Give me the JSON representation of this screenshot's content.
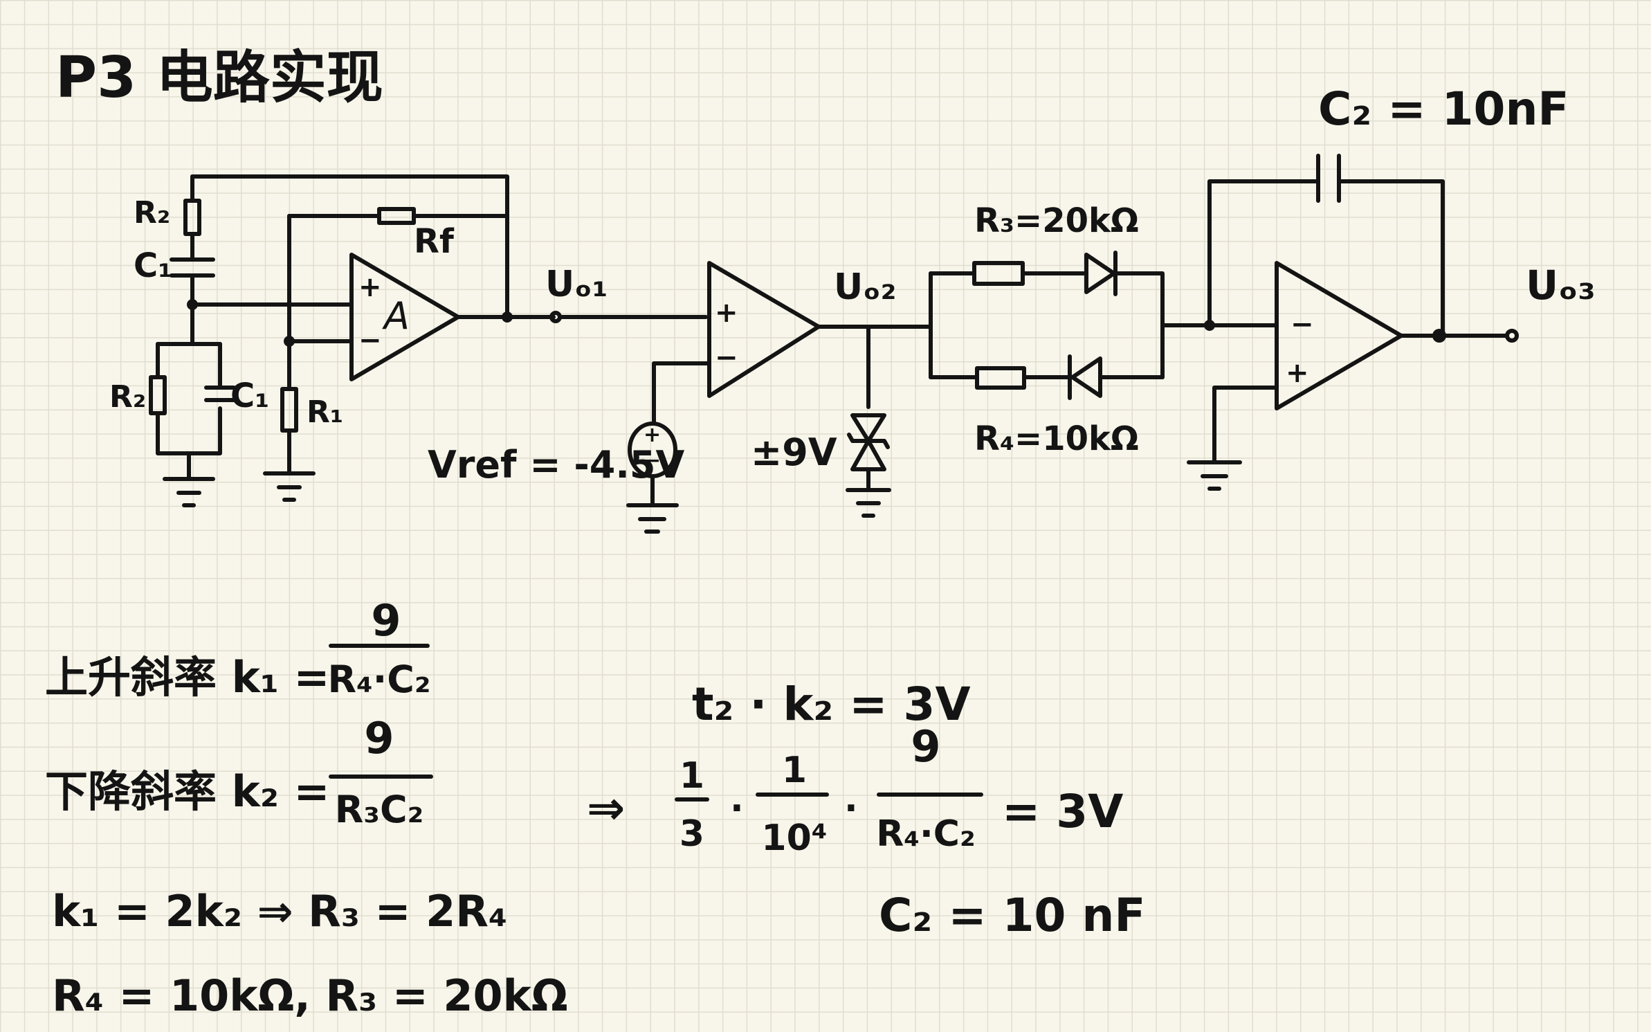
{
  "title": "P3 电路实现",
  "circuit": {
    "labels": {
      "r2_top": "R₂",
      "c1_top": "C₁",
      "rf": "Rf",
      "opamp_a": "A",
      "r2_bottom": "R₂",
      "c1_bottom": "C₁",
      "r1": "R₁",
      "uo1": "Uₒ₁",
      "uo2": "Uₒ₂",
      "uo3": "Uₒ₃",
      "vref": "Vref = -4.5V",
      "zener": "±9V",
      "r3": "R₃=20kΩ",
      "r4": "R₄=10kΩ",
      "c2": "C₂ = 10nF",
      "plus": "+",
      "minus": "−"
    }
  },
  "equations": {
    "k1_lhs": "上升斜率 k₁ =",
    "k1_num": "9",
    "k1_den": "R₄·C₂",
    "k2_lhs": "下降斜率 k₂ =",
    "k2_num": "9",
    "k2_den": "R₃C₂",
    "ratio": "k₁ = 2k₂ ⇒ R₃ = 2R₄",
    "values": "R₄ = 10kΩ, R₃ = 20kΩ",
    "t2k2": "t₂ · k₂ = 3V",
    "arrow": "⇒",
    "f1_num": "1",
    "f1_den": "3",
    "dot": "·",
    "f2_num": "1",
    "f2_den": "10⁴",
    "f3_num": "9",
    "f3_den": "R₄·C₂",
    "result_rhs": "= 3V",
    "c2_result": "C₂ = 10 nF"
  }
}
